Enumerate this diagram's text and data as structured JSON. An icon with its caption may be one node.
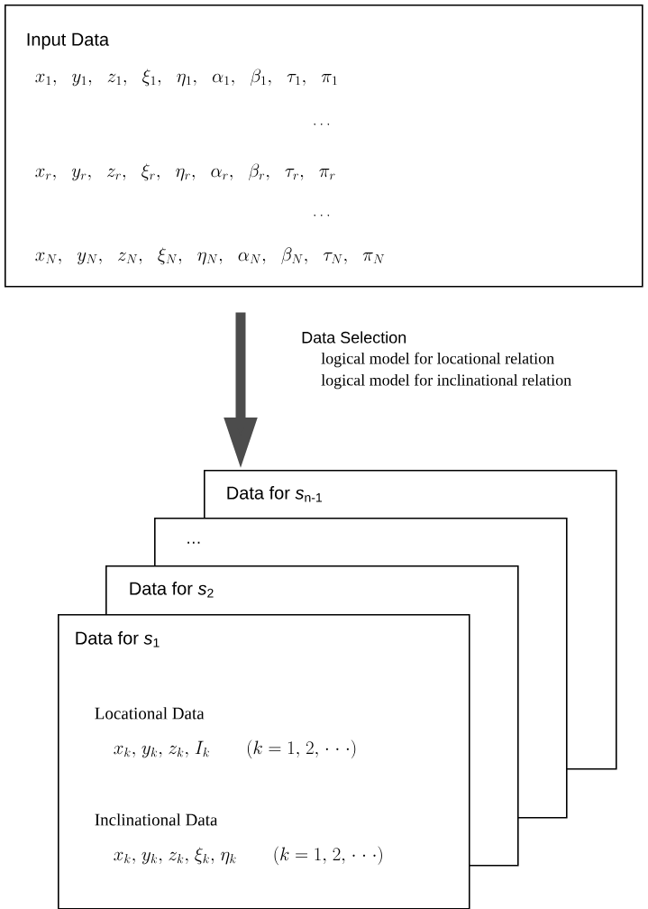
{
  "diagram": {
    "nodes": [
      {
        "text": [
          "Input Data",
          "x_1, y_1, z_1, \\xi_1, \\eta_1, \\alpha_1, \\beta_1, \\tau_1, \\pi_1",
          "\\dots",
          "x_r, y_r, z_r, \\xi_r, \\eta_r, \\alpha_r, \\beta_r, \\tau_r, \\pi_r",
          "\\dots",
          "x_N, y_N, z_N, \\xi_N, \\eta_N, \\alpha_N, \\beta_N, \\tau_N, \\pi_N"
        ]
      },
      {
        "text": [
          "Data for *s*$_{n-1}$"
        ]
      },
      {
        "text": [
          "…"
        ]
      },
      {
        "text": [
          "Data for *s*$_{2}$"
        ]
      },
      {
        "text": [
          "Data for *s*$_{1}$",
          "Locational Data",
          "x_k, y_k, z_k, I_k \\qquad ( k=1, 2, \\cdots)",
          "Inclinational Data",
          "x_k, y_k, z_k, \\xi_k, \\eta_k \\qquad ( k=1, 2, \\cdots)"
        ]
      }
    ],
    "edges": [
      {
        "from": 0,
        "to": 1,
        "arrow": "to",
        "label": "Data Selection"
      }
    ],
    "labels": [
      "logical model for locational relation",
      "logical model for inclinational relation"
    ]
  }
}
